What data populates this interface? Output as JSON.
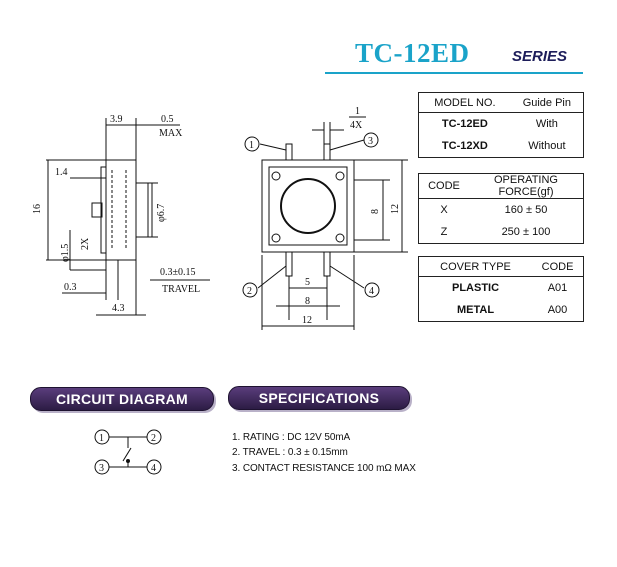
{
  "header": {
    "title": "TC-12ED",
    "series": "SERIES"
  },
  "side_view": {
    "dims": {
      "d39": "3.9",
      "d05": "0.5",
      "max": "MAX",
      "d14": "1.4",
      "d16": "16",
      "phi15": "φ1.5",
      "x2": "2X",
      "phi67": "φ6.7",
      "d03": "0.3",
      "d43": "4.3",
      "travel_val": "0.3±0.15",
      "travel": "TRAVEL"
    }
  },
  "top_view": {
    "dims": {
      "d1": "1",
      "x4": "4X",
      "d8": "8",
      "d12v": "12",
      "d5": "5",
      "d8b": "8",
      "d12": "12"
    },
    "pins": [
      "1",
      "2",
      "3",
      "4"
    ]
  },
  "model_table": {
    "headers": [
      "MODEL NO.",
      "Guide Pin"
    ],
    "rows": [
      [
        "TC-12ED",
        "With"
      ],
      [
        "TC-12XD",
        "Without"
      ]
    ]
  },
  "force_table": {
    "headers": [
      "CODE",
      "OPERATING FORCE(gf)"
    ],
    "rows": [
      [
        "X",
        "160 ± 50"
      ],
      [
        "Z",
        "250 ± 100"
      ]
    ]
  },
  "cover_table": {
    "headers": [
      "COVER TYPE",
      "CODE"
    ],
    "rows": [
      [
        "PLASTIC",
        "A01"
      ],
      [
        "METAL",
        "A00"
      ]
    ]
  },
  "circuit": {
    "title": "CIRCUIT DIAGRAM",
    "pins": [
      "1",
      "2",
      "3",
      "4"
    ]
  },
  "specifications": {
    "title": "SPECIFICATIONS",
    "lines": [
      "1. RATING : DC 12V  50mA",
      "2. TRAVEL : 0.3 ±  0.15mm",
      "3. CONTACT  RESISTANCE 100 mΩ MAX"
    ]
  }
}
